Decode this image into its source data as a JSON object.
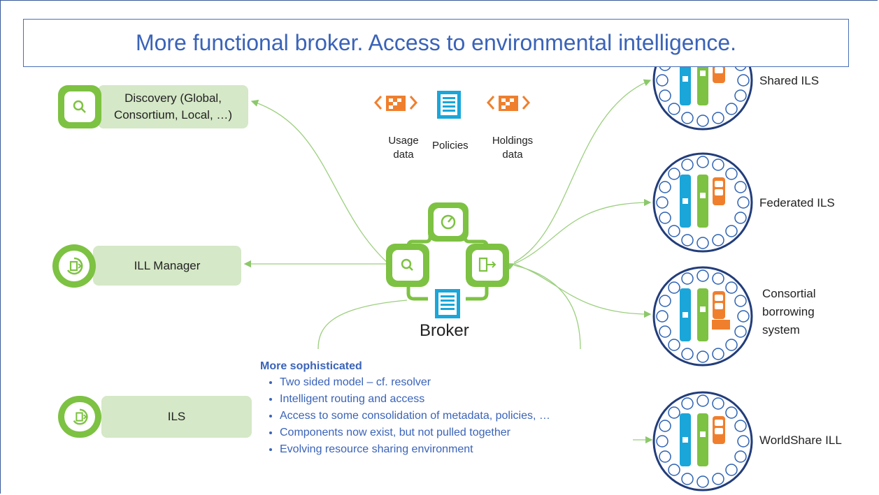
{
  "title": "More functional broker. Access to environmental intelligence.",
  "left_systems": [
    {
      "label": "Discovery (Global, Consortium, Local, …)",
      "icon": "search-icon"
    },
    {
      "label": "ILL Manager",
      "icon": "ill-manager-icon"
    },
    {
      "label": "ILS",
      "icon": "ils-icon"
    }
  ],
  "data_sources": [
    {
      "label": "Usage data",
      "icon": "usage-data-icon"
    },
    {
      "label": "Policies",
      "icon": "policies-document-icon"
    },
    {
      "label": "Holdings data",
      "icon": "holdings-data-icon"
    }
  ],
  "broker": {
    "label": "Broker"
  },
  "right_systems": [
    {
      "label": "Shared ILS"
    },
    {
      "label": "Federated ILS"
    },
    {
      "label": "Consortial borrowing system"
    },
    {
      "label": "WorldShare ILL"
    }
  ],
  "bullets": {
    "heading": "More sophisticated",
    "items": [
      "Two sided model – cf. resolver",
      "Intelligent routing and access",
      "Access to some consolidation of metadata, policies, …",
      "Components now exist, but not pulled together",
      "Evolving resource sharing environment"
    ]
  },
  "colors": {
    "green": "#7dc242",
    "light_green": "#d5e8c7",
    "blue_text": "#3a63b8",
    "orange": "#f07f2d",
    "cyan": "#1aa6d9"
  }
}
